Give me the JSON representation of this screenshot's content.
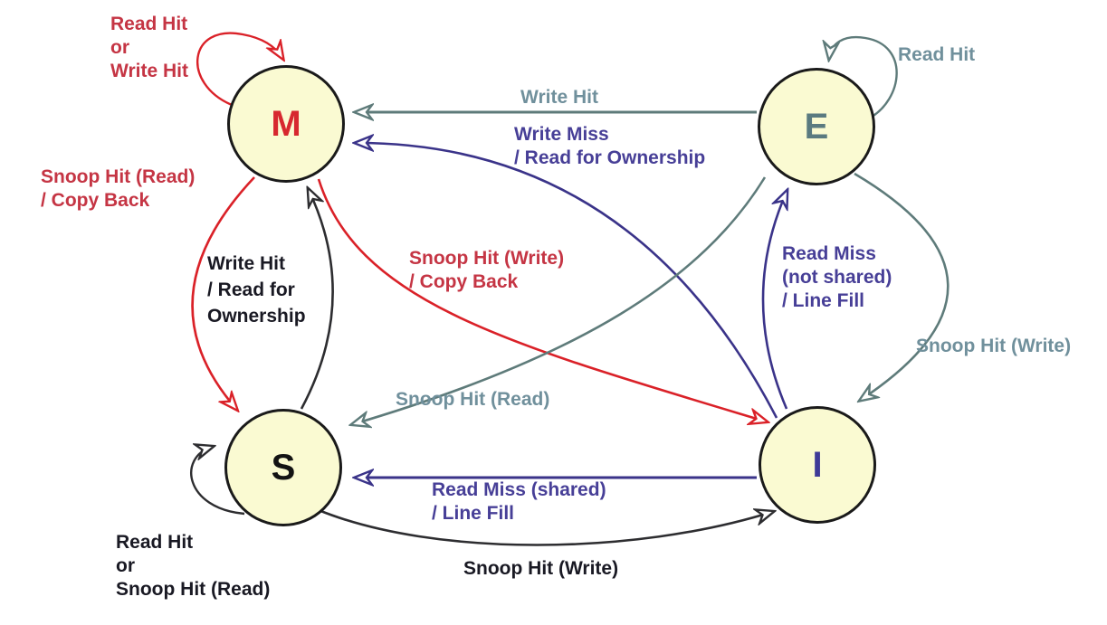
{
  "diagram": {
    "colors": {
      "red": "#da2128",
      "red_text": "#c53544",
      "gray": "#5e7b7a",
      "gray_text": "#70909c",
      "purple": "#3a3389",
      "purple_text": "#473f97",
      "black": "#2d2d30",
      "black_text": "#191923",
      "node_fill": "#fafad2",
      "node_border": "#1a1a1a"
    },
    "states": [
      {
        "id": "M",
        "label": "M",
        "letter_color": "#d7282f"
      },
      {
        "id": "E",
        "label": "E",
        "letter_color": "#5a7a80"
      },
      {
        "id": "S",
        "label": "S",
        "letter_color": "#131313"
      },
      {
        "id": "I",
        "label": "I",
        "letter_color": "#3e3a98"
      }
    ],
    "transitions": [
      {
        "id": "M-M",
        "from": "M",
        "to": "M",
        "color": "red",
        "label": {
          "text": "Read Hit\nor\nWrite Hit",
          "color": "red_text"
        }
      },
      {
        "id": "E-E",
        "from": "E",
        "to": "E",
        "color": "gray",
        "label": {
          "text": "Read Hit",
          "color": "gray_text"
        }
      },
      {
        "id": "E-M",
        "from": "E",
        "to": "M",
        "color": "gray",
        "label": {
          "text": "Write Hit",
          "color": "gray_text"
        }
      },
      {
        "id": "I-M",
        "from": "I",
        "to": "M",
        "color": "purple",
        "label": {
          "text": "Write Miss\n/ Read for Ownership",
          "color": "purple_text"
        }
      },
      {
        "id": "M-S",
        "from": "M",
        "to": "S",
        "color": "red",
        "label": {
          "text": "Snoop Hit (Read)\n/ Copy Back",
          "color": "red_text"
        }
      },
      {
        "id": "S-M",
        "from": "S",
        "to": "M",
        "color": "black",
        "label": {
          "text": "Write Hit\n/ Read for\nOwnership",
          "color": "black_text"
        }
      },
      {
        "id": "M-I",
        "from": "M",
        "to": "I",
        "color": "red",
        "label": {
          "text": "Snoop Hit (Write)\n/ Copy Back",
          "color": "red_text"
        }
      },
      {
        "id": "I-E",
        "from": "I",
        "to": "E",
        "color": "purple",
        "label": {
          "text": "Read Miss\n(not shared)\n/ Line Fill",
          "color": "purple_text"
        }
      },
      {
        "id": "E-I",
        "from": "E",
        "to": "I",
        "color": "gray",
        "label": {
          "text": "Snoop Hit (Write)",
          "color": "gray_text"
        }
      },
      {
        "id": "E-S",
        "from": "E",
        "to": "S",
        "color": "gray",
        "label": {
          "text": "Snoop Hit (Read)",
          "color": "gray_text"
        }
      },
      {
        "id": "I-S",
        "from": "I",
        "to": "S",
        "color": "purple",
        "label": {
          "text": "Read Miss (shared)\n/ Line Fill",
          "color": "purple_text"
        }
      },
      {
        "id": "S-I",
        "from": "S",
        "to": "I",
        "color": "black",
        "label": {
          "text": "Snoop Hit (Write)",
          "color": "black_text"
        }
      },
      {
        "id": "S-S",
        "from": "S",
        "to": "S",
        "color": "black",
        "label": {
          "text": "Read Hit\nor\nSnoop Hit (Read)",
          "color": "black_text"
        }
      }
    ]
  }
}
